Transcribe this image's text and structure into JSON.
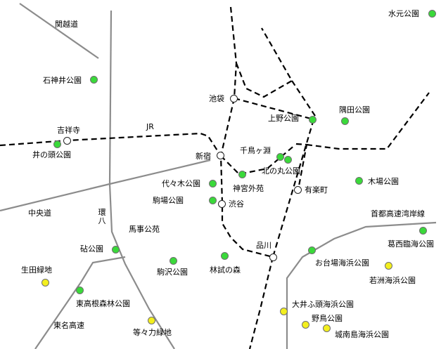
{
  "colors": {
    "park_green": "#3ad93a",
    "park_yellow": "#f3ef1e",
    "road_gray": "#8c8c8c",
    "rail_black": "#000000"
  },
  "roads": {
    "kanetsu": "関越道",
    "chuo": "中央道",
    "kanpachi": "環八",
    "tomei": "東名高速",
    "wangan": "首都高速湾岸線"
  },
  "rail": {
    "jr": "JR"
  },
  "stations": {
    "kichijoji": "吉祥寺",
    "ikebukuro": "池袋",
    "shinjuku": "新宿",
    "shibuya": "渋谷",
    "yurakucho": "有楽町",
    "shinagawa": "品川"
  },
  "parks": {
    "mizumoto": "水元公園",
    "shakujii": "石神井公園",
    "inokashira": "井の頭公園",
    "ueno": "上野公園",
    "sumida": "隅田公園",
    "chidorigafuchi": "千鳥ヶ淵",
    "kitanomaru": "北の丸公園",
    "jingu_gaien": "神宮外苑",
    "yoyogi": "代々木公園",
    "komaba": "駒場公園",
    "kiba": "木場公園",
    "bajikoen": "馬事公苑",
    "kinuta": "砧公園",
    "komazawa": "駒沢公園",
    "rinshi": "林試の森",
    "ikuta": "生田緑地",
    "higashitakane": "東高根森林公園",
    "todoroki": "等々力緑地",
    "kasai": "葛西臨海公園",
    "odaiba": "お台場海浜公園",
    "wakasu": "若洲海浜公園",
    "oifuto": "大井ふ頭海浜公園",
    "yacho": "野鳥公園",
    "jonanjima": "城南島海浜公園"
  }
}
